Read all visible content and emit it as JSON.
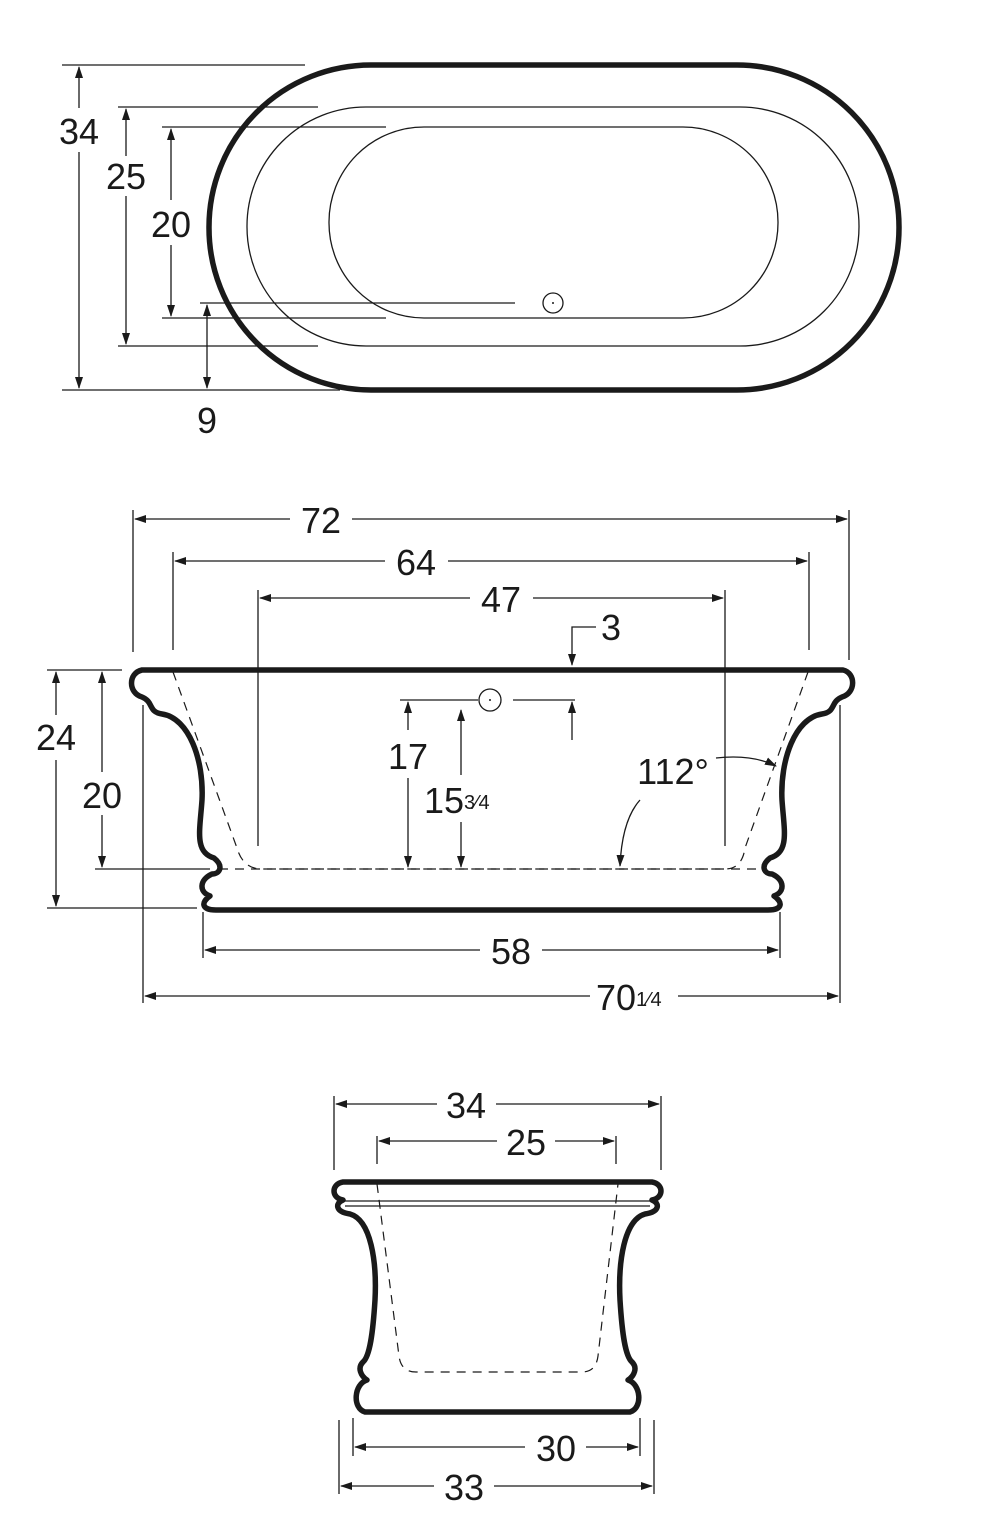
{
  "top_view": {
    "dim_outer_width": "34",
    "dim_rim_width": "25",
    "dim_basin_width": "20",
    "dim_drain_offset": "9"
  },
  "side_view": {
    "dim_overall_length": "72",
    "dim_rim_length": "64",
    "dim_basin_length": "47",
    "dim_rim_thickness": "3",
    "dim_overall_height": "24",
    "dim_interior_height": "20",
    "dim_overflow_height": "17",
    "dim_overflow_center_whole": "15",
    "dim_overflow_center_frac": "3⁄4",
    "dim_wall_angle": "112°",
    "dim_base_length": "58",
    "dim_pedestal_length_whole": "70",
    "dim_pedestal_length_frac": "1⁄4"
  },
  "end_view": {
    "dim_outer_width": "34",
    "dim_rim_width": "25",
    "dim_base_width": "30",
    "dim_foot_width": "33"
  }
}
